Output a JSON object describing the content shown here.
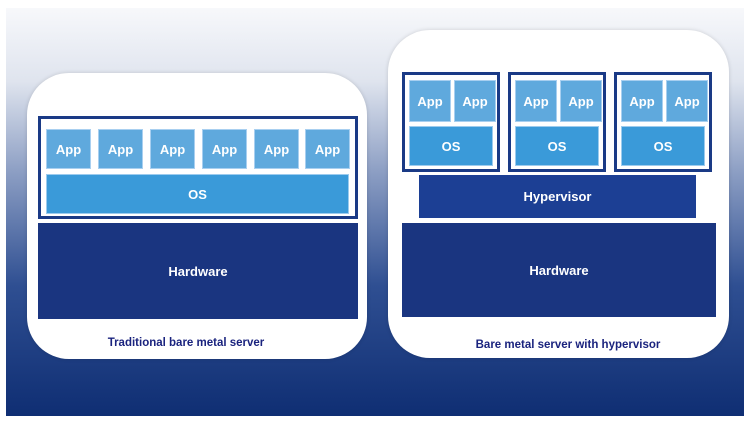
{
  "left": {
    "apps": [
      "App",
      "App",
      "App",
      "App",
      "App",
      "App"
    ],
    "os": "OS",
    "hardware": "Hardware",
    "caption": "Traditional bare metal server"
  },
  "right": {
    "vms": [
      {
        "apps": [
          "App",
          "App"
        ],
        "os": "OS"
      },
      {
        "apps": [
          "App",
          "App"
        ],
        "os": "OS"
      },
      {
        "apps": [
          "App",
          "App"
        ],
        "os": "OS"
      }
    ],
    "hypervisor": "Hypervisor",
    "hardware": "Hardware",
    "caption": "Bare metal server with hypervisor"
  },
  "colors": {
    "app": "#5fa9dd",
    "os": "#3a9ad9",
    "hypervisor": "#1c3f94",
    "hardware": "#1a3580",
    "border": "#1a3a86",
    "caption": "#1a237e"
  }
}
